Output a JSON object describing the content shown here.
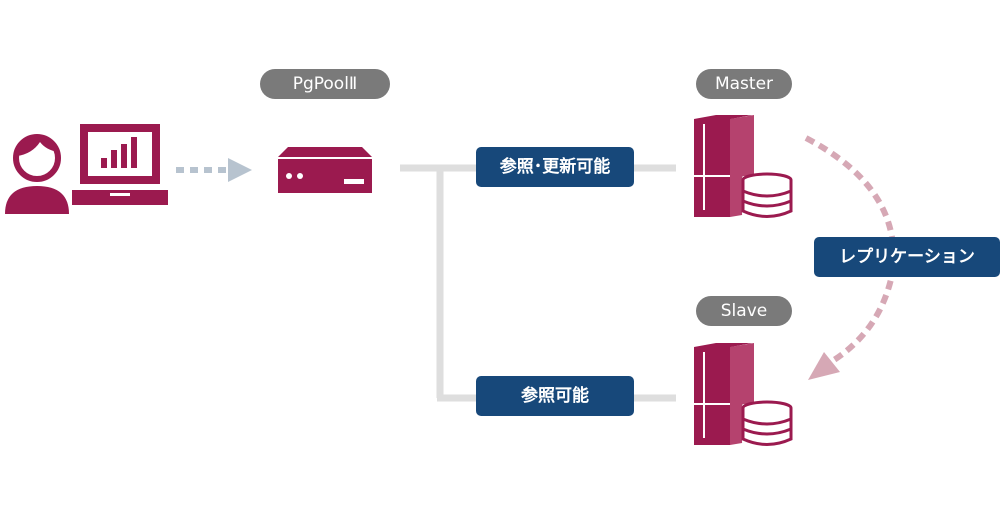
{
  "nodes": {
    "pgpool_label": "PgPoolⅡ",
    "master_label": "Master",
    "slave_label": "Slave"
  },
  "connections": {
    "master_access": "参照･更新可能",
    "slave_access": "参照可能",
    "replication": "レプリケーション"
  },
  "colors": {
    "icon": "#9b1a4f",
    "pill": "#7a7a7a",
    "tag": "#17487a",
    "line": "#dedede",
    "arrow_client": "#b7c3cf",
    "arrow_replication": "#d6a8b5"
  },
  "icons": [
    "user-icon",
    "computer-chart-icon",
    "server-box-icon",
    "database-server-icon"
  ]
}
